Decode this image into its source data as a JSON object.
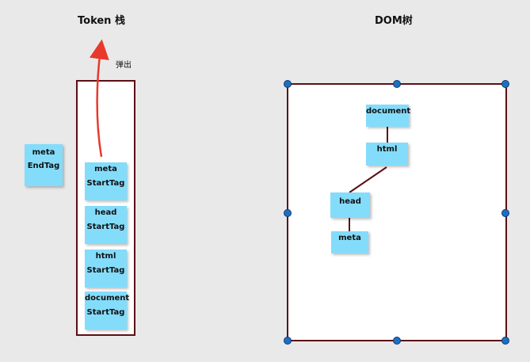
{
  "titles": {
    "token_stack": "Token 栈",
    "dom_tree": "DOM树"
  },
  "pop_label": "弹出",
  "popped_token": {
    "line1": "meta",
    "line2": "EndTag"
  },
  "stack_tokens": [
    {
      "line1": "meta",
      "line2": "StartTag"
    },
    {
      "line1": "head",
      "line2": "StartTag"
    },
    {
      "line1": "html",
      "line2": "StartTag"
    },
    {
      "line1": "document",
      "line2": "StartTag"
    }
  ],
  "dom_nodes": {
    "document": "document",
    "html": "html",
    "head": "head",
    "meta": "meta"
  },
  "colors": {
    "card": "#84dcfb",
    "border": "#5b0f16",
    "arrow": "#e8392b",
    "handle": "#1f6fc0"
  }
}
